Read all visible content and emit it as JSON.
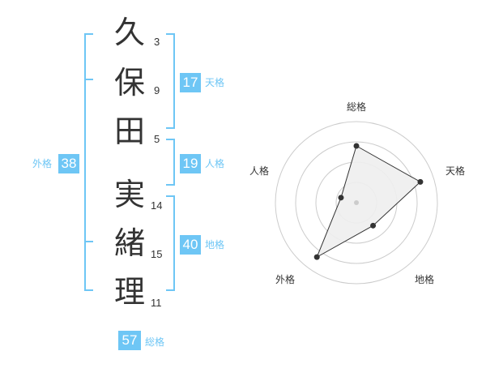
{
  "name_chars": [
    {
      "char": "久",
      "strokes": "3"
    },
    {
      "char": "保",
      "strokes": "9"
    },
    {
      "char": "田",
      "strokes": "5"
    },
    {
      "char": "実",
      "strokes": "14"
    },
    {
      "char": "緒",
      "strokes": "15"
    },
    {
      "char": "理",
      "strokes": "11"
    }
  ],
  "fortunes": {
    "tenkaku": {
      "value": "17",
      "label": "天格"
    },
    "jinkaku": {
      "value": "19",
      "label": "人格"
    },
    "chikaku": {
      "value": "40",
      "label": "地格"
    },
    "gaikaku": {
      "value": "38",
      "label": "外格"
    },
    "soukaku": {
      "value": "57",
      "label": "総格"
    }
  },
  "colors": {
    "accent": "#6ec6f5",
    "text": "#333333",
    "grid": "#cccccc",
    "fill": "#eeeeee"
  },
  "chart_data": {
    "type": "radar",
    "axes": [
      "総格",
      "天格",
      "地格",
      "外格",
      "人格"
    ],
    "values": [
      0.7,
      0.83,
      0.35,
      0.83,
      0.2
    ],
    "max": 1,
    "rings": 4
  }
}
